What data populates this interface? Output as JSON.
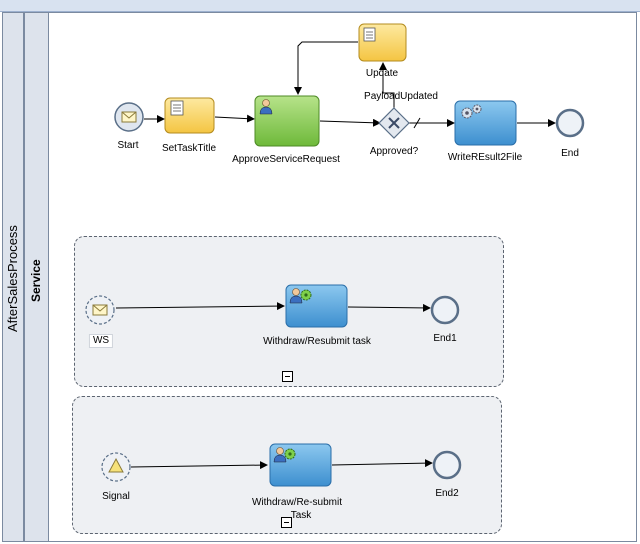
{
  "pool": {
    "label": "AfterSalesProcess"
  },
  "lane": {
    "label": "Service"
  },
  "top_flow": {
    "start": "Start",
    "set_task_title": "SetTaskTitle",
    "approve_service_request": "ApproveServiceRequest",
    "update_line1": "Update",
    "update_line2": "PayloadUpdated",
    "gateway": "Approved?",
    "write_result": "WriteREsult2File",
    "end": "End"
  },
  "subprocess_1": {
    "start": "WS",
    "task": "Withdraw/Resubmit task",
    "end": "End1"
  },
  "subprocess_2": {
    "start": "Signal",
    "task_line1": "Withdraw/Re-submit",
    "task_line2": "Task",
    "end": "End2"
  },
  "colors": {
    "script_task": "#f8d56a",
    "user_task_green": "#8fcf5a",
    "service_task_blue": "#5aa7dd",
    "lane_header": "#dde3ec",
    "subprocess_bg": "#eef0f3"
  }
}
